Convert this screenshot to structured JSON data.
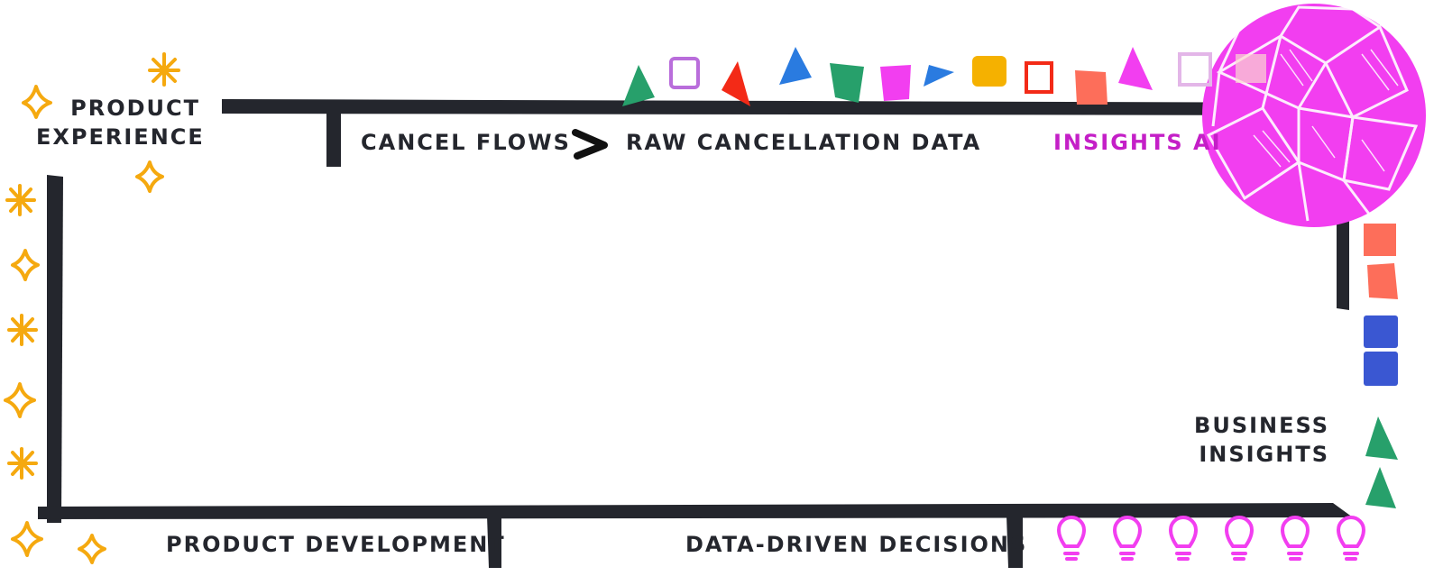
{
  "labels": {
    "product_experience_1": "PRODUCT",
    "product_experience_2": "EXPERIENCE",
    "cancel_flows": "CANCEL FLOWS",
    "raw_cancellation_data": "RAW CANCELLATION DATA",
    "insights_ai": "INSIGHTS AI",
    "business_insights_1": "BUSINESS",
    "business_insights_2": "INSIGHTS",
    "product_development": "PRODUCT DEVELOPMENT",
    "data_driven_decisions": "DATA-DRIVEN DECISIONS"
  },
  "colors": {
    "line": "#24262d",
    "sparkle": "#f5a90f",
    "magenta": "#f23ef0",
    "purple_text": "#c41fc7",
    "green": "#27a06b",
    "blue": "#2a7be0",
    "red": "#f32a17",
    "orange": "#f5b100",
    "coral": "#fd6e5a",
    "lavender": "#b96ddb",
    "navy": "#3a57d2"
  }
}
